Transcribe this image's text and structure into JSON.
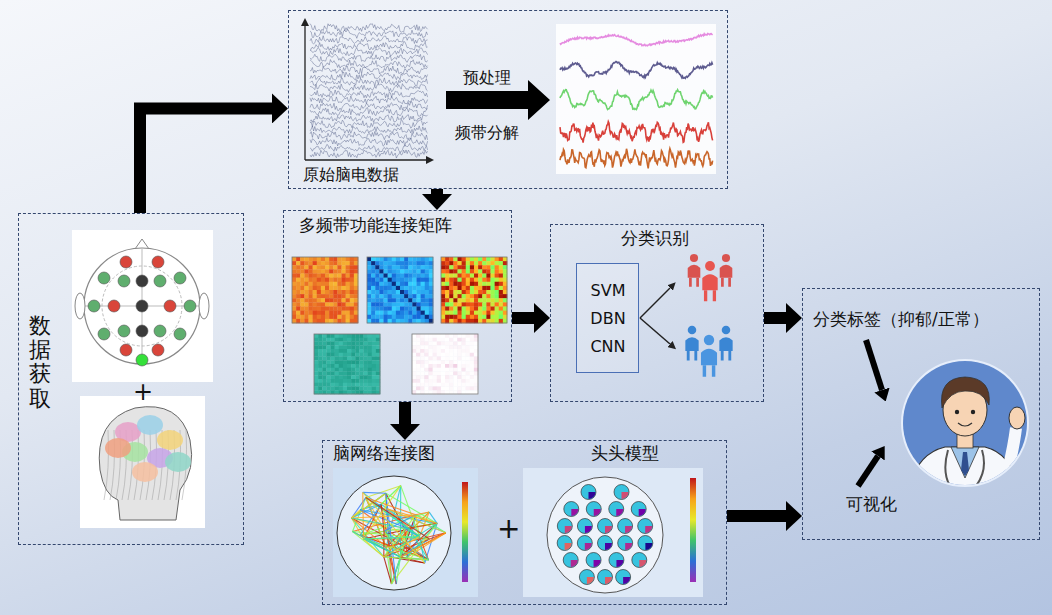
{
  "diagram": {
    "nodes": [
      {
        "text": [
          "数据获取"
        ]
      },
      {
        "text": [
          "原始脑电数据"
        ]
      },
      {
        "text": [
          "多频带功能连接矩阵"
        ]
      },
      {
        "text": [
          "分类识别"
        ]
      },
      {
        "text": [
          "SVM DBN CNN"
        ],
        "in": 3
      },
      {
        "text": [
          "脑网络连接图",
          "头头模型"
        ]
      },
      {
        "text": [
          "分类标签（抑郁/正常）",
          "可视化"
        ]
      }
    ],
    "edges": [
      {
        "from": 0,
        "to": 1,
        "arrow": "to"
      },
      {
        "from": 1,
        "to": 2,
        "arrow": "to"
      },
      {
        "from": 2,
        "to": 3,
        "arrow": "to"
      },
      {
        "from": 2,
        "to": 5,
        "arrow": "to"
      },
      {
        "from": 3,
        "to": 6,
        "arrow": "to"
      },
      {
        "from": 5,
        "to": 6,
        "arrow": "to"
      }
    ],
    "labels": [
      "预处理",
      "频带分解",
      "+",
      "+"
    ]
  }
}
